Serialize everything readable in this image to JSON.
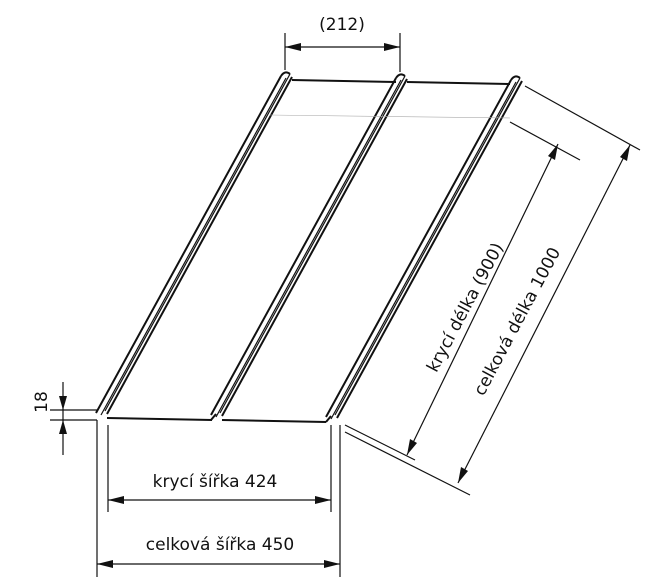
{
  "dimensions": {
    "rib_spacing": "(212)",
    "height": "18",
    "cover_width": "krycí šířka 424",
    "total_width": "celková šířka 450",
    "cover_length": "krycí délka (900)",
    "total_length": "celková délka 1000"
  }
}
